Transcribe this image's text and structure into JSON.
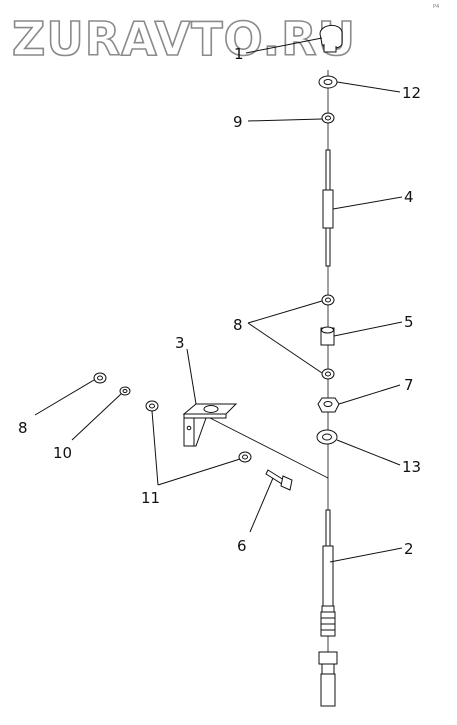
{
  "watermark": "ZURAVTO.RU",
  "corner_mark": "P4",
  "callouts": [
    "1",
    "12",
    "9",
    "4",
    "8",
    "5",
    "3",
    "7",
    "8",
    "10",
    "13",
    "11",
    "6",
    "2"
  ]
}
